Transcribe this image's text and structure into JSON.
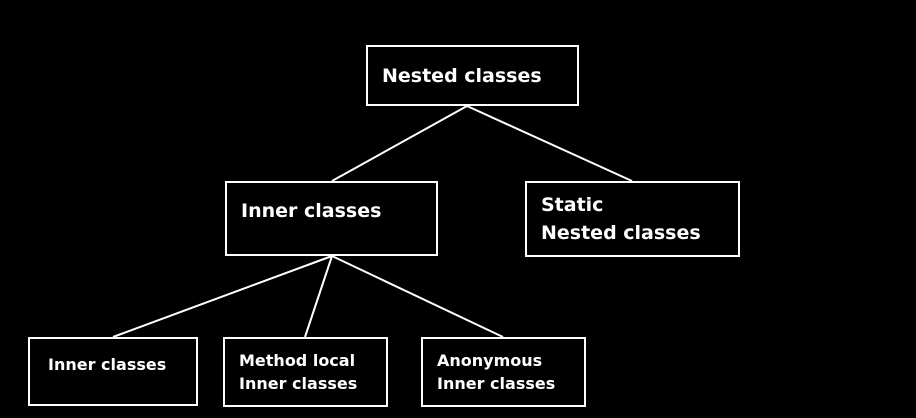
{
  "diagram": {
    "root": {
      "label": "Nested classes"
    },
    "inner": {
      "label": "Inner classes"
    },
    "static": {
      "line1": "Static",
      "line2": "Nested classes"
    },
    "children": [
      {
        "line1": "Inner classes"
      },
      {
        "line1": "Method local",
        "line2": "Inner classes"
      },
      {
        "line1": "Anonymous",
        "line2": "Inner classes"
      }
    ],
    "colors": {
      "background": "#000000",
      "foreground": "#ffffff"
    }
  }
}
